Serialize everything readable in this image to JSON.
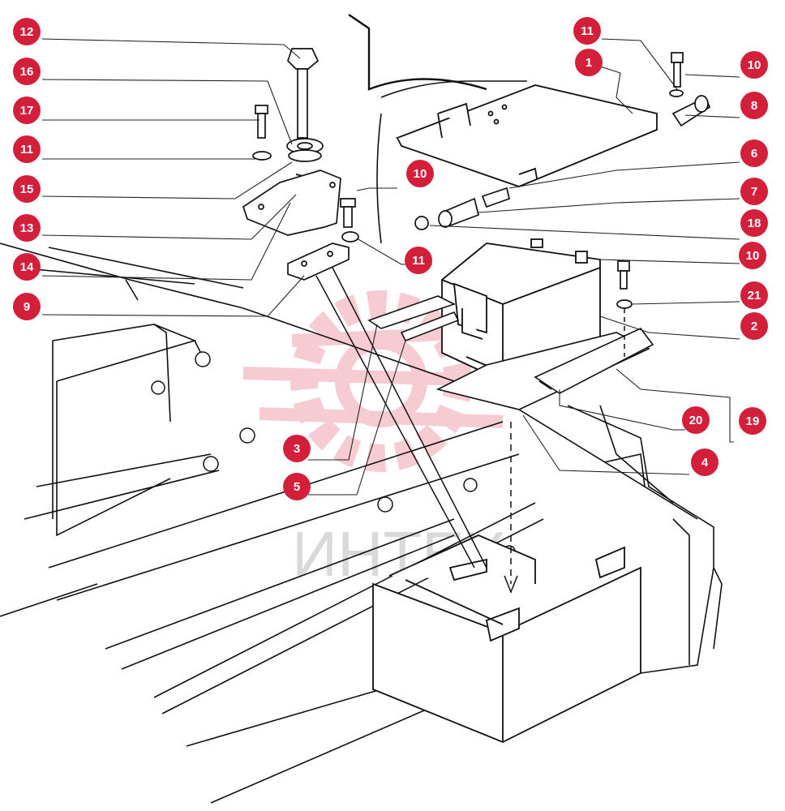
{
  "watermark": {
    "text": "ИНТЕХ"
  },
  "badge_color": "#d41f3a",
  "callouts": [
    {
      "id": "c12",
      "label": "12"
    },
    {
      "id": "c16",
      "label": "16"
    },
    {
      "id": "c17",
      "label": "17"
    },
    {
      "id": "c11a",
      "label": "11"
    },
    {
      "id": "c15",
      "label": "15"
    },
    {
      "id": "c13",
      "label": "13"
    },
    {
      "id": "c14",
      "label": "14"
    },
    {
      "id": "c9",
      "label": "9"
    },
    {
      "id": "c10a",
      "label": "10"
    },
    {
      "id": "c11b",
      "label": "11"
    },
    {
      "id": "c3",
      "label": "3"
    },
    {
      "id": "c5",
      "label": "5"
    },
    {
      "id": "c11c",
      "label": "11"
    },
    {
      "id": "c1",
      "label": "1"
    },
    {
      "id": "c10b",
      "label": "10"
    },
    {
      "id": "c8",
      "label": "8"
    },
    {
      "id": "c6",
      "label": "6"
    },
    {
      "id": "c7",
      "label": "7"
    },
    {
      "id": "c18",
      "label": "18"
    },
    {
      "id": "c10c",
      "label": "10"
    },
    {
      "id": "c21",
      "label": "21"
    },
    {
      "id": "c2",
      "label": "2"
    },
    {
      "id": "c20",
      "label": "20"
    },
    {
      "id": "c19",
      "label": "19"
    },
    {
      "id": "c4",
      "label": "4"
    }
  ]
}
